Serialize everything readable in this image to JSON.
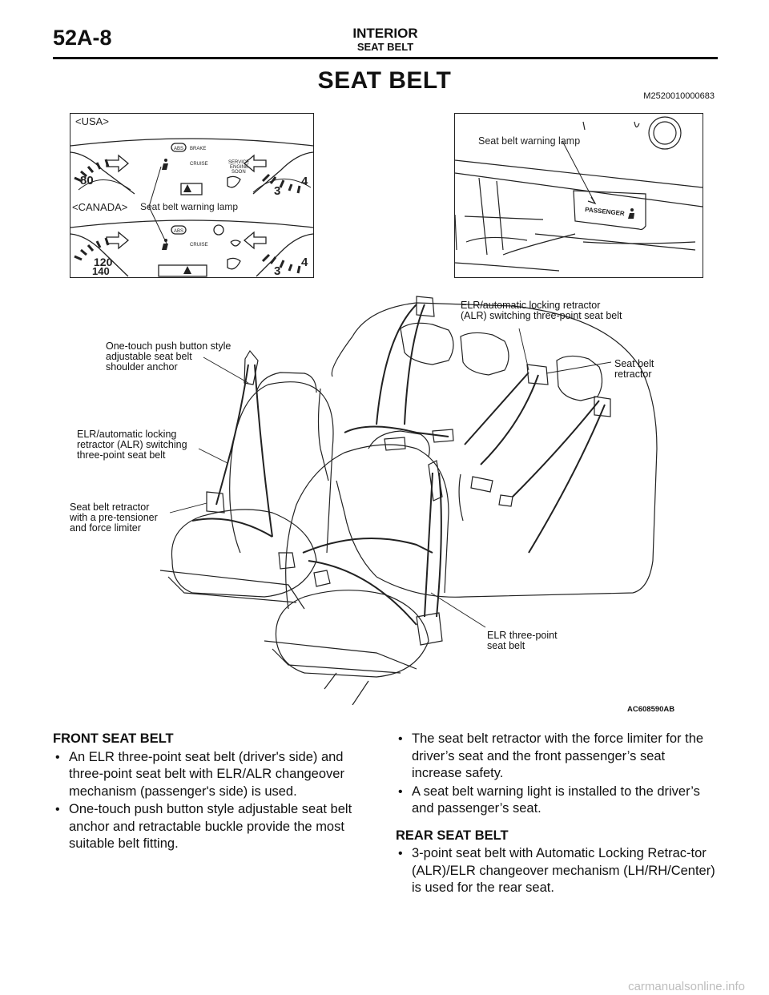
{
  "header": {
    "page_number": "52A-8",
    "section": "INTERIOR",
    "subsection": "SEAT BELT"
  },
  "title": "SEAT BELT",
  "doc_code": "M2520010000683",
  "figure": {
    "cluster": {
      "usa_label": "<USA>",
      "canada_label": "<CANADA>",
      "lamp_label": "Seat belt warning lamp",
      "usa_gauge_left": "80",
      "usa_gauge_right_a": "3",
      "usa_gauge_right_b": "4",
      "canada_gauge_left_a": "120",
      "canada_gauge_left_b": "140",
      "canada_gauge_right_a": "3",
      "canada_gauge_right_b": "4",
      "brake": "BRAKE",
      "abs": "ABS",
      "cruise": "CRUISE",
      "service": "SERVICE",
      "engine": "ENGINE",
      "soon": "SOON"
    },
    "dash": {
      "lamp_label": "Seat belt warning lamp",
      "passenger": "PASSENGER"
    },
    "callouts": {
      "anchor": "One-touch push button style\nadjustable seat belt\nshoulder anchor",
      "front_elr_alr": "ELR/automatic locking\nretractor (ALR) switching\nthree-point seat belt",
      "pretensioner": "Seat belt retractor\nwith a pre-tensioner\nand force limiter",
      "rear_elr_alr": "ELR/automatic locking retractor\n(ALR) switching three-point seat belt",
      "rear_retractor": "Seat belt\nretractor",
      "elr_driver": "ELR three-point\nseat belt"
    },
    "code": "AC608590AB"
  },
  "front": {
    "heading": "FRONT SEAT BELT",
    "items": [
      "An ELR three-point seat belt (driver's side) and three-point seat belt with ELR/ALR changeover mechanism (passenger's side) is used.",
      "One-touch push button style adjustable seat belt anchor and retractable buckle provide the most suitable belt fitting."
    ]
  },
  "right_col": {
    "items": [
      "The seat belt retractor with the force limiter for the driver’s seat and the front passenger’s seat increase safety.",
      "A seat belt warning light is installed to the driver’s and passenger’s seat."
    ]
  },
  "rear": {
    "heading": "REAR SEAT BELT",
    "items": [
      "3-point seat belt with Automatic Locking Retrac-tor (ALR)/ELR changeover mechanism (LH/RH/Center) is used for the rear seat."
    ]
  },
  "watermark": "carmanualsonline.info"
}
